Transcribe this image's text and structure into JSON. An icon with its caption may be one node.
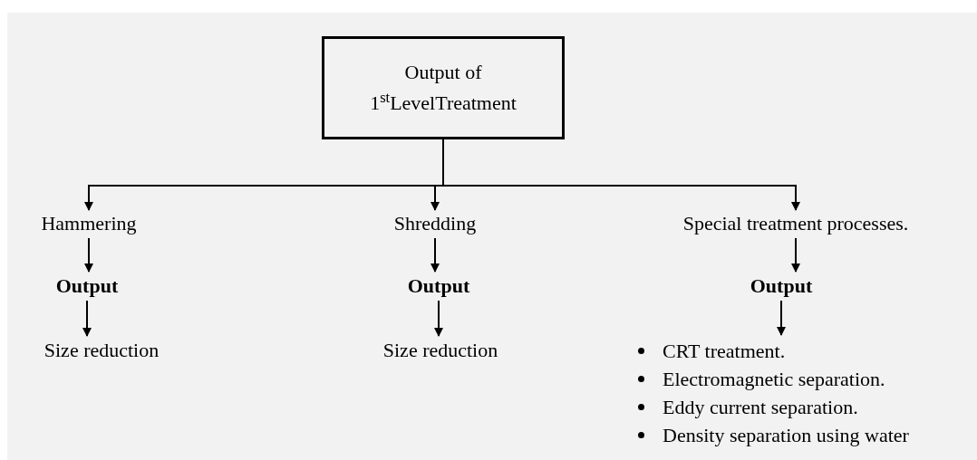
{
  "diagram": {
    "nodes": [
      {
        "text": [
          "Output of 1$^{st}$LevelTreatment"
        ]
      },
      {
        "text": [
          "Hammering"
        ]
      },
      {
        "text": [
          "Shredding"
        ]
      },
      {
        "text": [
          "Special treatment processes."
        ]
      },
      {
        "text": [
          "Output"
        ]
      },
      {
        "text": [
          "Output"
        ]
      },
      {
        "text": [
          "Output"
        ]
      },
      {
        "text": [
          "Size reduction"
        ]
      },
      {
        "text": [
          "Size reduction"
        ]
      },
      {
        "text": [
          "CRT treatment.",
          "Electromagnetic separation.",
          "Eddy current separation.",
          "Density separation using water"
        ]
      }
    ],
    "edges": [
      {
        "from": 0,
        "to": 1,
        "arrow": "to"
      },
      {
        "from": 0,
        "to": 2,
        "arrow": "to"
      },
      {
        "from": 0,
        "to": 3,
        "arrow": "to"
      },
      {
        "from": 1,
        "to": 4,
        "arrow": "to"
      },
      {
        "from": 4,
        "to": 7,
        "arrow": "to"
      },
      {
        "from": 2,
        "to": 5,
        "arrow": "to"
      },
      {
        "from": 5,
        "to": 8,
        "arrow": "to"
      },
      {
        "from": 3,
        "to": 6,
        "arrow": "to"
      },
      {
        "from": 6,
        "to": 9,
        "arrow": "to"
      }
    ]
  }
}
